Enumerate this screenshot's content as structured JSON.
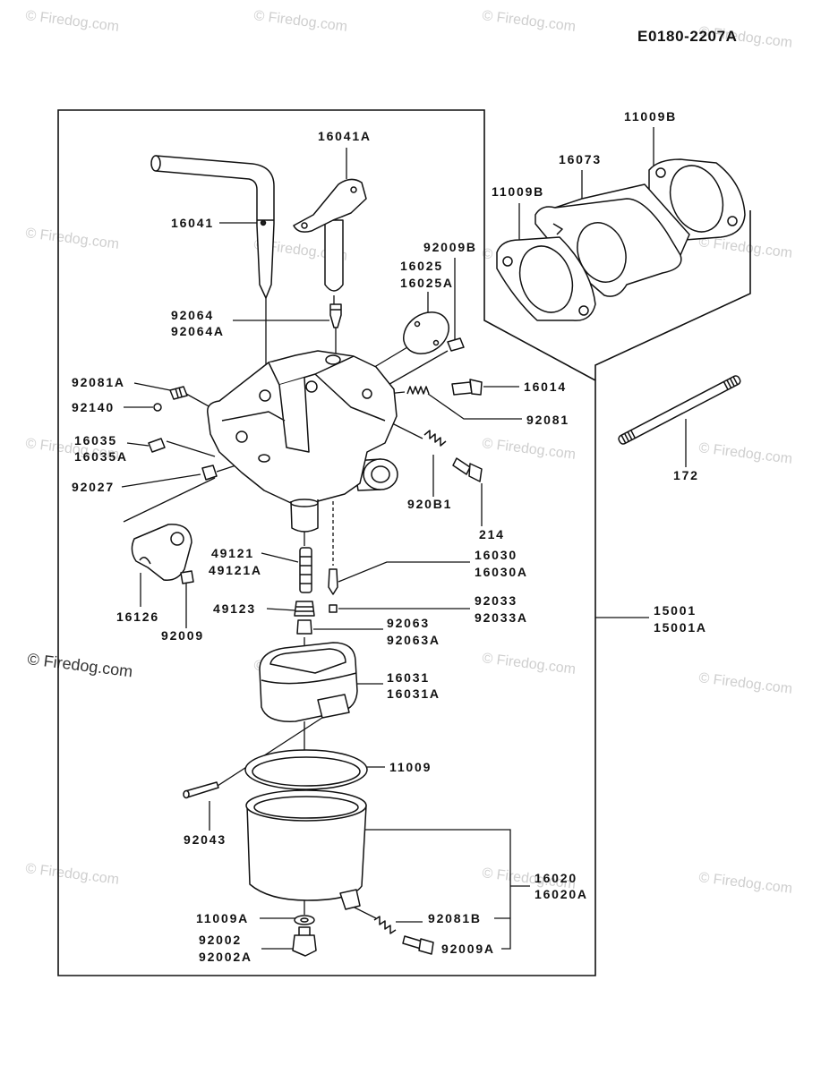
{
  "diagram_code": "E0180-2207A",
  "watermark": "© Firedog.com",
  "labels": {
    "l16041A": "16041A",
    "l11009B_top": "11009B",
    "l16073": "16073",
    "l11009B_left": "11009B",
    "l16041": "16041",
    "l92009B": "92009B",
    "l16025": "16025",
    "l16025A": "16025A",
    "l92064": "92064",
    "l92064A": "92064A",
    "l92081A": "92081A",
    "l16014": "16014",
    "l92140": "92140",
    "l92081_right": "92081",
    "l16035": "16035",
    "l16035A": "16035A",
    "l92027": "92027",
    "l172": "172",
    "l92081_lower": "920B1",
    "l214": "214",
    "l49121": "49121",
    "l49121A": "49121A",
    "l16030": "16030",
    "l16030A": "16030A",
    "l92033": "92033",
    "l92033A": "92033A",
    "l49123": "49123",
    "l16126": "16126",
    "l92009": "92009",
    "l92063": "92063",
    "l92063A": "92063A",
    "l15001": "15001",
    "l15001A": "15001A",
    "l16031": "16031",
    "l16031A": "16031A",
    "l11009": "11009",
    "l92043": "92043",
    "l16020": "16020",
    "l16020A": "16020A",
    "l11009A": "11009A",
    "l92081B": "92081B",
    "l92002": "92002",
    "l92002A": "92002A",
    "l92009A": "92009A"
  }
}
